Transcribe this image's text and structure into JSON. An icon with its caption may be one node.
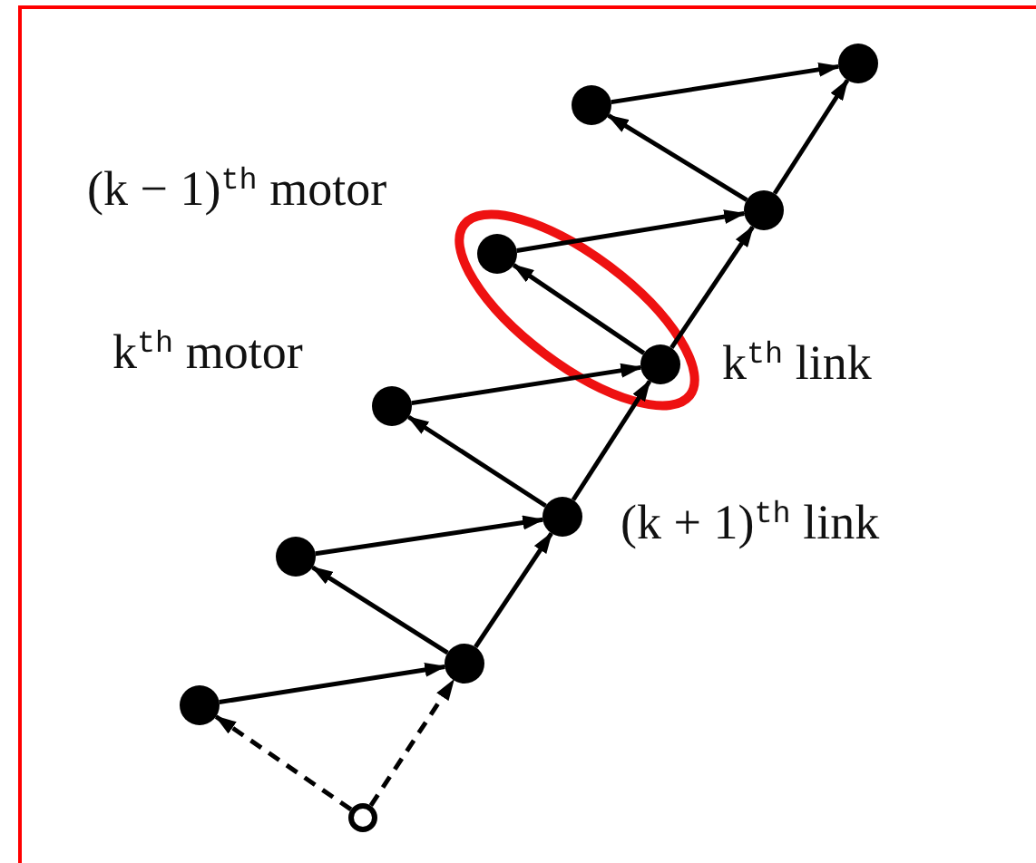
{
  "diagram": {
    "nodes": [
      {
        "text": [],
        "shape": "circle"
      },
      {
        "text": [],
        "shape": "circle"
      },
      {
        "text": [],
        "shape": "circle"
      },
      {
        "text": [],
        "shape": "circle",
        "beside": [
          "(k − 1)$^{th}$ motor"
        ]
      },
      {
        "text": [],
        "shape": "circle",
        "beside": [
          "k$^{th}$ link"
        ]
      },
      {
        "text": [],
        "shape": "circle",
        "beside": [
          "k$^{th}$ motor"
        ]
      },
      {
        "text": [],
        "shape": "circle",
        "beside": [
          "(k + 1)$^{th}$ link"
        ]
      },
      {
        "text": [],
        "shape": "circle"
      },
      {
        "text": [],
        "shape": "circle"
      },
      {
        "text": [],
        "shape": "circle"
      },
      {
        "text": [],
        "shape": "circle"
      }
    ],
    "edges": [
      {
        "from": 1,
        "to": 0,
        "arrow": "to"
      },
      {
        "from": 2,
        "to": 0,
        "arrow": "to"
      },
      {
        "from": 2,
        "to": 1,
        "arrow": "to"
      },
      {
        "from": 3,
        "to": 2,
        "arrow": "to"
      },
      {
        "from": 4,
        "to": 2,
        "arrow": "to"
      },
      {
        "from": 4,
        "to": 3,
        "arrow": "to"
      },
      {
        "from": 5,
        "to": 4,
        "arrow": "to"
      },
      {
        "from": 6,
        "to": 4,
        "arrow": "to"
      },
      {
        "from": 6,
        "to": 5,
        "arrow": "to"
      },
      {
        "from": 7,
        "to": 6,
        "arrow": "to"
      },
      {
        "from": 8,
        "to": 6,
        "arrow": "to"
      },
      {
        "from": 8,
        "to": 7,
        "arrow": "to"
      },
      {
        "from": 9,
        "to": 8,
        "arrow": "to"
      },
      {
        "from": 10,
        "to": 9,
        "arrow": "to",
        "style": "dashed"
      },
      {
        "from": 10,
        "to": 8,
        "arrow": "to",
        "style": "dashed"
      }
    ]
  }
}
